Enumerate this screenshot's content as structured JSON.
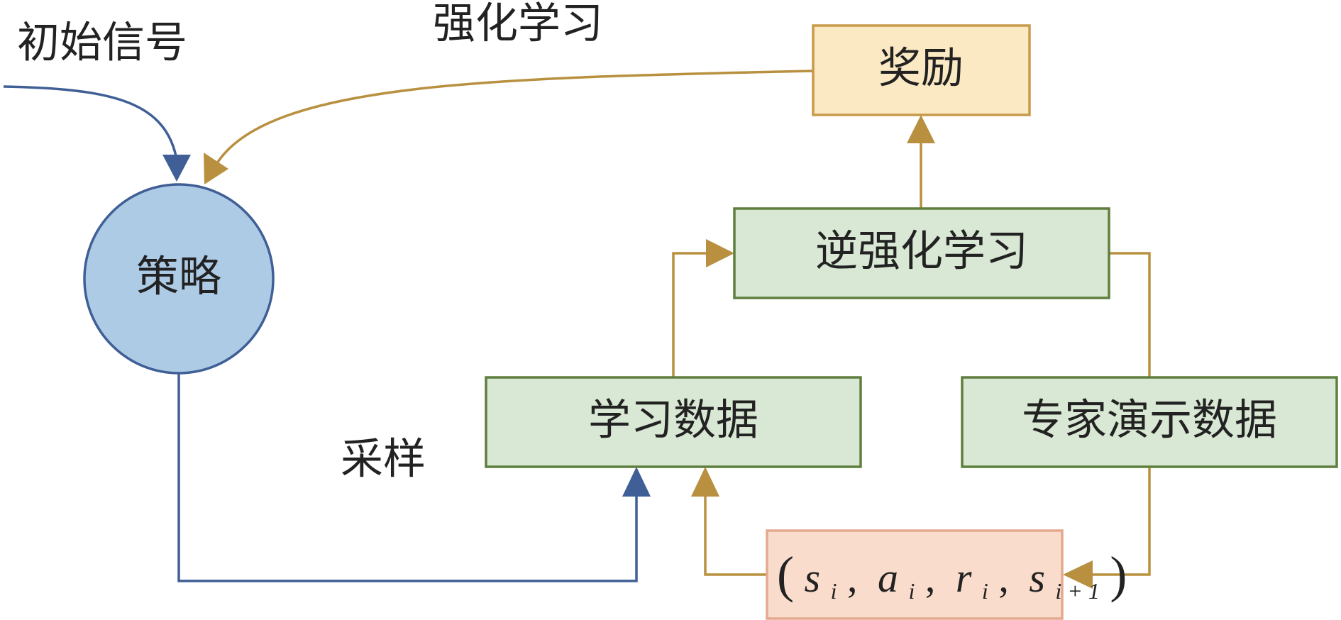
{
  "colors": {
    "gold_line": "#b8903f",
    "blue_line": "#3f5f96",
    "circle_fill": "#aecbe6",
    "circle_stroke": "#3f5f96",
    "green_fill": "#d9e8d4",
    "green_stroke": "#5f7f3f",
    "reward_fill": "#fbe9c3",
    "reward_stroke": "#c89a4a",
    "tuple_fill": "#f9dccc",
    "tuple_stroke": "#e3a98e"
  },
  "labels": {
    "initial_signal": "初始信号",
    "reinforcement_learning": "强化学习",
    "sampling": "采样"
  },
  "nodes": {
    "policy": "策略",
    "reward": "奖励",
    "inverse_rl": "逆强化学习",
    "learning_data": "学习数据",
    "expert_demo": "专家演示数据"
  },
  "tuple": {
    "open": "(",
    "s": "s",
    "a": "a",
    "r": "r",
    "i": "i",
    "sep": ",",
    "plus_one": "i + 1",
    "close": ")"
  }
}
